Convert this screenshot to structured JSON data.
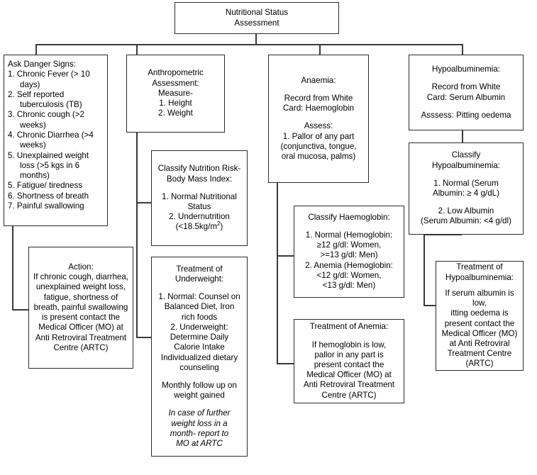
{
  "diagram": {
    "title": "Nutritional Status Assessment",
    "type": "flowchart"
  },
  "nodes": {
    "root": {
      "label": "Nutritional Status Assessment",
      "line1": "Nutritional Status",
      "line2": "Assessment"
    },
    "danger_signs": {
      "heading": "Ask Danger Signs:",
      "items": [
        "1. Chronic Fever (> 10 days)",
        "2. Self reported tuberculosis (TB)",
        "3. Chronic cough (>2 weeks)",
        "4. Chronic Diarrhea (>4 weeks)",
        "5. Unexplained weight loss (>5 kgs in 6 months)",
        "5. Fatigue/ tiredness",
        "6. Shortness of breath",
        "7. Painful swallowing"
      ]
    },
    "danger_action": {
      "heading": "Action:",
      "body": "If chronic cough, diarrhea, unexplained weight loss, fatigue, shortness of breath, painful swallowing is present contact the Medical Officer (MO) at Anti Retroviral Treatment Centre (ARTC)"
    },
    "anthropometric": {
      "line1": "Anthropometric",
      "line2": "Assessment:",
      "line3": "Measure-",
      "item1": "1. Height",
      "item2": "2. Weight"
    },
    "classify_bmi": {
      "heading1": "Classify Nutrition Risk-",
      "heading2": "Body Mass Index:",
      "item1a": "1. Normal Nutritional",
      "item1b": "Status",
      "item2a": "2. Undernutrition",
      "item2b_pre": "(<18.5kg/m",
      "item2b_sup": "2",
      "item2b_post": ")"
    },
    "treatment_underweight": {
      "heading1": "Treatment of",
      "heading2": "Underweight:",
      "item1a": "1. Normal: Counsel on",
      "item1b": "Balanced Diet, Iron",
      "item1c": "rich foods",
      "item2a": "2. Underweight:",
      "item2b": "Determine Daily",
      "item2c": "Calorie Intake",
      "item2d": "Individualized dietary",
      "item2e": "counseling",
      "followup_a": "Monthly follow up on",
      "followup_b": "weight gained",
      "note_a": "In case of further",
      "note_b": "weight loss in a",
      "note_c": "month- report to",
      "note_d": "MO at ARTC"
    },
    "anaemia": {
      "heading": "Anaemia:",
      "record_a": "Record from White",
      "record_b": "Card: Haemoglobin",
      "assess": "Assess:",
      "item1a": "1. Pallor of any part",
      "item1b": "(conjunctiva, tongue,",
      "item1c": "oral mucosa, palms)"
    },
    "classify_hb": {
      "heading": "Classify Haemoglobin:",
      "item1a": "1. Normal (Hemoglobin:",
      "item1b": "≥12 g/dl: Women,",
      "item1c": ">=13 g/dl: Men)",
      "item2a": "2. Anemia (Hemoglobin:",
      "item2b": "<12 g/dl: Women,",
      "item2c": "<13 g/dl: Men)"
    },
    "treatment_anemia": {
      "heading": "Treatment of Anemia:",
      "body_a": "If hemoglobin is low,",
      "body_b": "pallor in any part is",
      "body_c": "present contact the",
      "body_d": "Medical Officer (MO) at",
      "body_e": "Anti Retroviral Treatment",
      "body_f": "Centre (ARTC)"
    },
    "hypoalbuminemia": {
      "heading": "Hypoalbuminemia:",
      "record_a": "Record from White",
      "record_b": "Card: Serum Albumin",
      "assess": "Asssess: Pitting oedema"
    },
    "classify_hypo": {
      "heading1": "Classify",
      "heading2": "Hypoalbuminemia:",
      "item1a": "1. Normal (Serum",
      "item1b": "Albumin: ≥ 4 g/dL)",
      "item2a": "2. Low Albumin",
      "item2b": "(Serum Albumin: <4 g/dl)"
    },
    "treatment_hypo": {
      "heading1": "Treatment of",
      "heading2": "Hypoalbuminemia:",
      "body_a": "If serum albumin is low,",
      "body_b": "itting oedema is",
      "body_c": "present contact the",
      "body_d": "Medical Officer (MO)",
      "body_e": "at Anti Retroviral",
      "body_f": "Treatment Centre",
      "body_g": "(ARTC)"
    }
  },
  "style": {
    "border_color": "#2b2b2b",
    "connector_color": "#3a3a3a",
    "background": "#ffffff",
    "text_color": "#000000"
  }
}
